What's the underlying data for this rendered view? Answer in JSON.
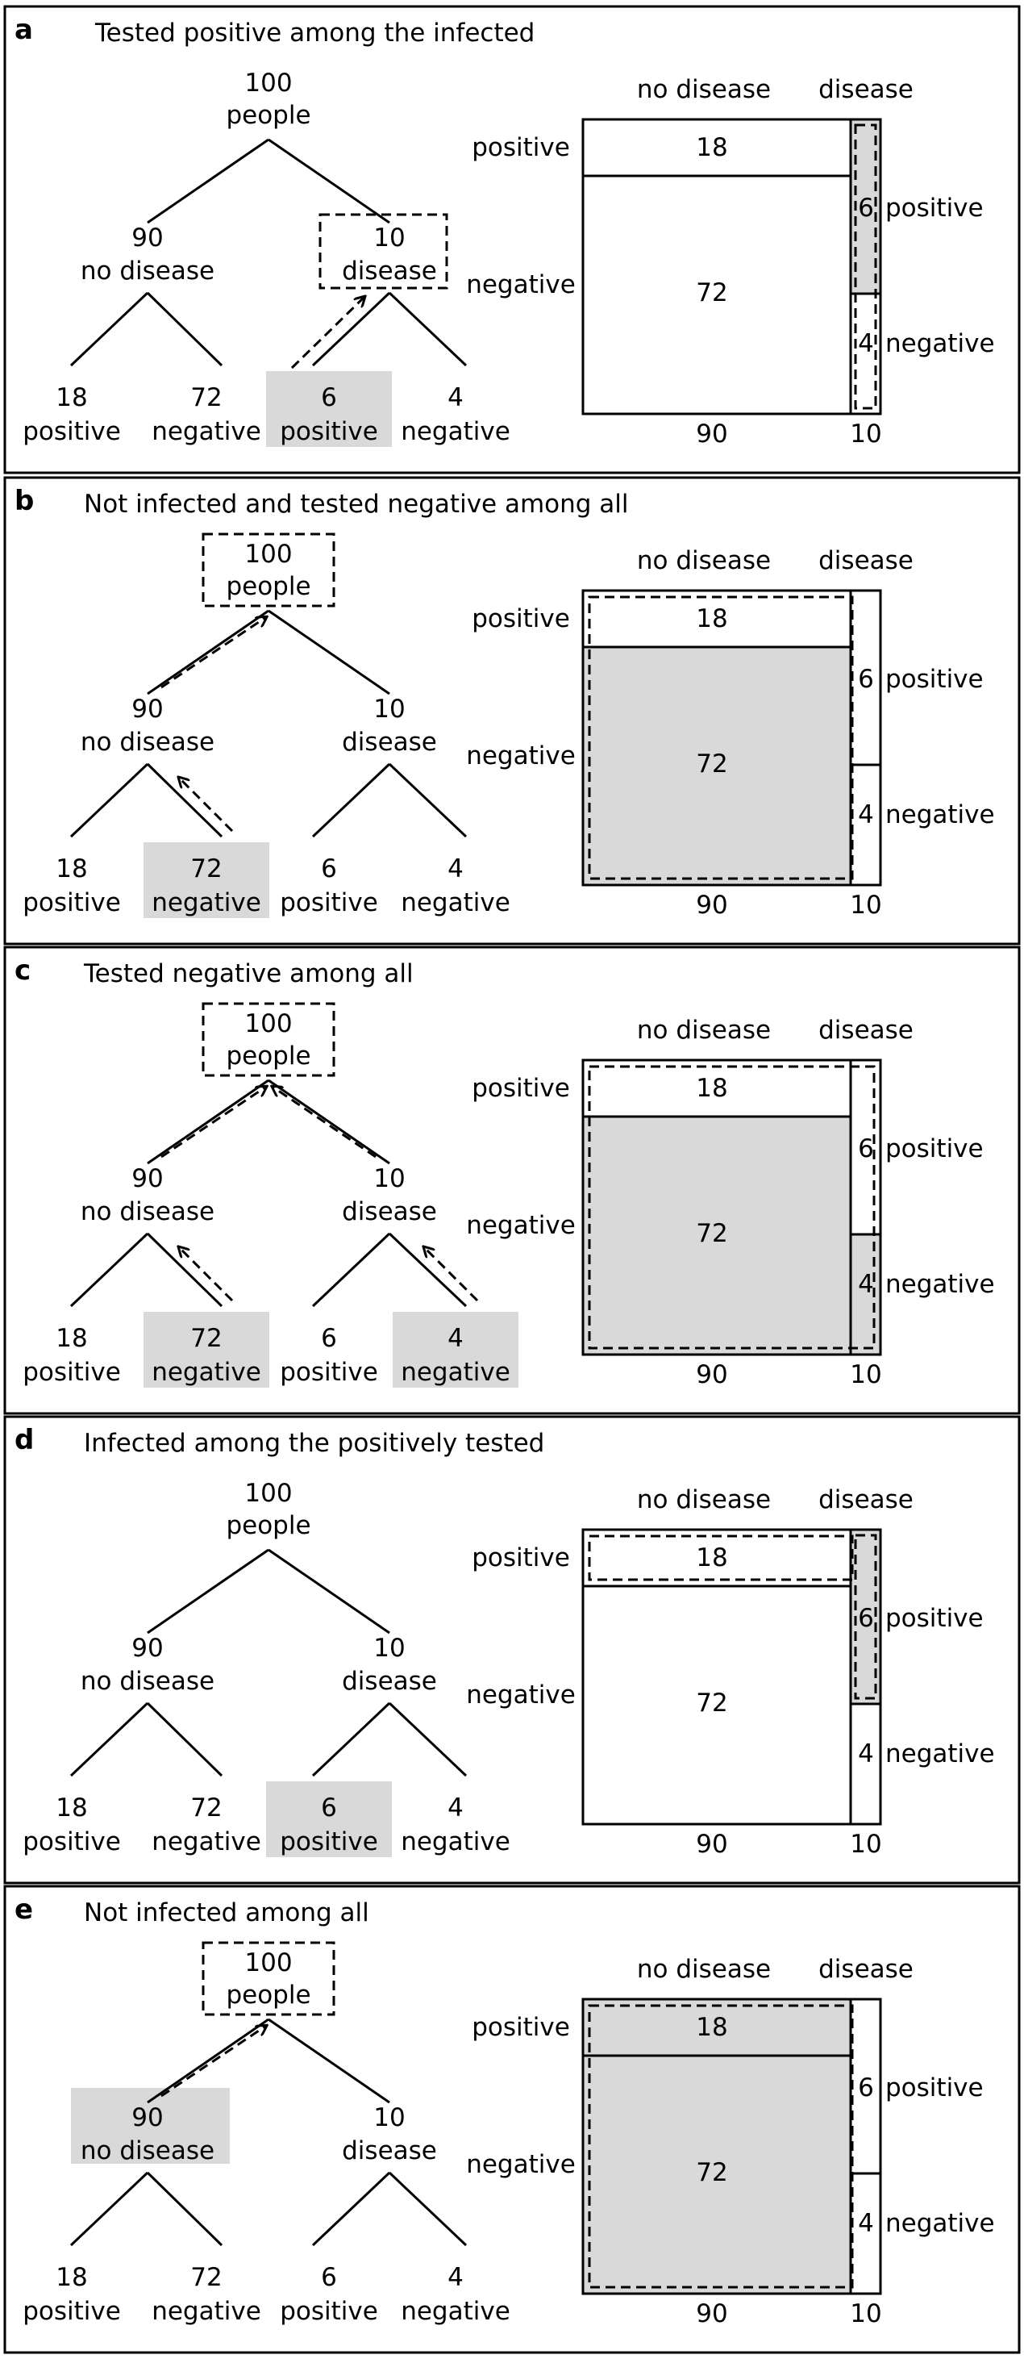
{
  "panels": [
    {
      "letter": "a",
      "title": "Tested positive among the infected",
      "tree": {
        "root": {
          "value": "100",
          "label": "people",
          "boxed": false
        },
        "left": {
          "value": "90",
          "label": "no disease",
          "shaded": false
        },
        "right": {
          "value": "10",
          "label": "disease",
          "boxed": true
        },
        "leaves": [
          {
            "value": "18",
            "label": "positive",
            "shaded": false
          },
          {
            "value": "72",
            "label": "negative",
            "shaded": false
          },
          {
            "value": "6",
            "label": "positive",
            "shaded": true
          },
          {
            "value": "4",
            "label": "negative",
            "shaded": false
          }
        ],
        "arrows": [
          "leaf2-to-right"
        ]
      },
      "square": {
        "col_headers": [
          "no disease",
          "disease"
        ],
        "row_headers": [
          "positive",
          "negative"
        ],
        "left_cells": [
          "18",
          "72"
        ],
        "right_cells": [
          "6",
          "4"
        ],
        "right_labels": [
          "positive",
          "negative"
        ],
        "bottom": [
          "90",
          "10"
        ],
        "shade": [
          "dis-pos"
        ],
        "dashed": "disease-col"
      }
    },
    {
      "letter": "b",
      "title": "Not infected and tested negative among all",
      "tree": {
        "root": {
          "value": "100",
          "label": "people",
          "boxed": true
        },
        "left": {
          "value": "90",
          "label": "no disease",
          "shaded": false
        },
        "right": {
          "value": "10",
          "label": "disease",
          "boxed": false
        },
        "leaves": [
          {
            "value": "18",
            "label": "positive",
            "shaded": false
          },
          {
            "value": "72",
            "label": "negative",
            "shaded": true
          },
          {
            "value": "6",
            "label": "positive",
            "shaded": false
          },
          {
            "value": "4",
            "label": "negative",
            "shaded": false
          }
        ],
        "arrows": [
          "left-to-root",
          "leaf1-to-left"
        ]
      },
      "square": {
        "col_headers": [
          "no disease",
          "disease"
        ],
        "row_headers": [
          "positive",
          "negative"
        ],
        "left_cells": [
          "18",
          "72"
        ],
        "right_cells": [
          "6",
          "4"
        ],
        "right_labels": [
          "positive",
          "negative"
        ],
        "bottom": [
          "90",
          "10"
        ],
        "shade": [
          "nodis-neg"
        ],
        "dashed": "nodisease-col"
      }
    },
    {
      "letter": "c",
      "title": "Tested negative among all",
      "tree": {
        "root": {
          "value": "100",
          "label": "people",
          "boxed": true
        },
        "left": {
          "value": "90",
          "label": "no disease",
          "shaded": false
        },
        "right": {
          "value": "10",
          "label": "disease",
          "boxed": false
        },
        "leaves": [
          {
            "value": "18",
            "label": "positive",
            "shaded": false
          },
          {
            "value": "72",
            "label": "negative",
            "shaded": true
          },
          {
            "value": "6",
            "label": "positive",
            "shaded": false
          },
          {
            "value": "4",
            "label": "negative",
            "shaded": true
          }
        ],
        "arrows": [
          "left-to-root",
          "right-to-root",
          "leaf1-to-left",
          "leaf3-to-right"
        ]
      },
      "square": {
        "col_headers": [
          "no disease",
          "disease"
        ],
        "row_headers": [
          "positive",
          "negative"
        ],
        "left_cells": [
          "18",
          "72"
        ],
        "right_cells": [
          "6",
          "4"
        ],
        "right_labels": [
          "positive",
          "negative"
        ],
        "bottom": [
          "90",
          "10"
        ],
        "shade": [
          "nodis-neg",
          "dis-neg"
        ],
        "dashed": "all"
      }
    },
    {
      "letter": "d",
      "title": "Infected among the positively tested",
      "tree": {
        "root": {
          "value": "100",
          "label": "people",
          "boxed": false
        },
        "left": {
          "value": "90",
          "label": "no disease",
          "shaded": false
        },
        "right": {
          "value": "10",
          "label": "disease",
          "boxed": false
        },
        "leaves": [
          {
            "value": "18",
            "label": "positive",
            "shaded": false
          },
          {
            "value": "72",
            "label": "negative",
            "shaded": false
          },
          {
            "value": "6",
            "label": "positive",
            "shaded": true
          },
          {
            "value": "4",
            "label": "negative",
            "shaded": false
          }
        ],
        "arrows": []
      },
      "square": {
        "col_headers": [
          "no disease",
          "disease"
        ],
        "row_headers": [
          "positive",
          "negative"
        ],
        "left_cells": [
          "18",
          "72"
        ],
        "right_cells": [
          "6",
          "4"
        ],
        "right_labels": [
          "positive",
          "negative"
        ],
        "bottom": [
          "90",
          "10"
        ],
        "shade": [
          "dis-pos"
        ],
        "dashed": "positive-row"
      }
    },
    {
      "letter": "e",
      "title": "Not infected among all",
      "tree": {
        "root": {
          "value": "100",
          "label": "people",
          "boxed": true
        },
        "left": {
          "value": "90",
          "label": "no disease",
          "shaded": true
        },
        "right": {
          "value": "10",
          "label": "disease",
          "boxed": false
        },
        "leaves": [
          {
            "value": "18",
            "label": "positive",
            "shaded": false
          },
          {
            "value": "72",
            "label": "negative",
            "shaded": false
          },
          {
            "value": "6",
            "label": "positive",
            "shaded": false
          },
          {
            "value": "4",
            "label": "negative",
            "shaded": false
          }
        ],
        "arrows": [
          "left-to-root"
        ]
      },
      "square": {
        "col_headers": [
          "no disease",
          "disease"
        ],
        "row_headers": [
          "positive",
          "negative"
        ],
        "left_cells": [
          "18",
          "72"
        ],
        "right_cells": [
          "6",
          "4"
        ],
        "right_labels": [
          "positive",
          "negative"
        ],
        "bottom": [
          "90",
          "10"
        ],
        "shade": [
          "nodis-pos",
          "nodis-neg"
        ],
        "dashed": "nodisease-col"
      }
    }
  ],
  "colors": {
    "shade": "#d9d9d9",
    "line": "#000000"
  }
}
